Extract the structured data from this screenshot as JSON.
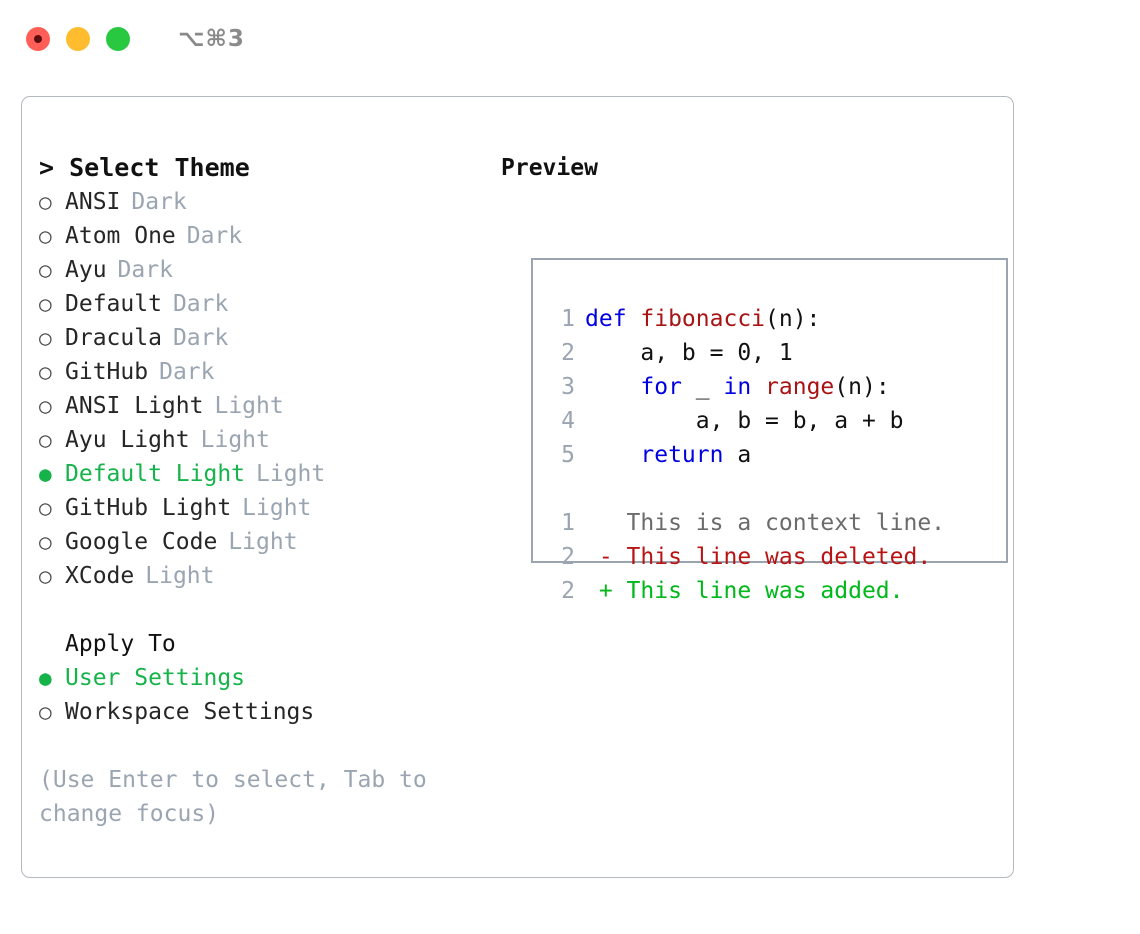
{
  "titlebar": {
    "shortcut": "⌥⌘3",
    "lights": [
      {
        "name": "close",
        "color": "#ff5f57"
      },
      {
        "name": "minimize",
        "color": "#febc2e"
      },
      {
        "name": "maximize",
        "color": "#28c840"
      }
    ]
  },
  "colors": {
    "selected_green": "#16b34a",
    "muted_gray": "#9aa5b1",
    "keyword_blue": "#0000e0",
    "function_red": "#a81414",
    "diff_deleted": "#b81414",
    "diff_added": "#00b81a",
    "border": "#b4b9bf",
    "preview_border": "#9aa5b1"
  },
  "theme_list": {
    "prompt": ">",
    "title": "Select Theme",
    "marker_selected": "●",
    "marker_unselected": "○",
    "items": [
      {
        "label": "ANSI",
        "variant": "Dark",
        "selected": false
      },
      {
        "label": "Atom One",
        "variant": "Dark",
        "selected": false
      },
      {
        "label": "Ayu",
        "variant": "Dark",
        "selected": false
      },
      {
        "label": "Default",
        "variant": "Dark",
        "selected": false
      },
      {
        "label": "Dracula",
        "variant": "Dark",
        "selected": false
      },
      {
        "label": "GitHub",
        "variant": "Dark",
        "selected": false
      },
      {
        "label": "ANSI Light",
        "variant": "Light",
        "selected": false
      },
      {
        "label": "Ayu Light",
        "variant": "Light",
        "selected": false
      },
      {
        "label": "Default Light",
        "variant": "Light",
        "selected": true
      },
      {
        "label": "GitHub Light",
        "variant": "Light",
        "selected": false
      },
      {
        "label": "Google Code",
        "variant": "Light",
        "selected": false
      },
      {
        "label": "XCode",
        "variant": "Light",
        "selected": false
      }
    ]
  },
  "apply_to": {
    "title": "Apply To",
    "items": [
      {
        "label": "User Settings",
        "selected": true
      },
      {
        "label": "Workspace Settings",
        "selected": false
      }
    ]
  },
  "hint": "(Use Enter to select, Tab to change focus)",
  "preview": {
    "title": "Preview",
    "code_lines": [
      {
        "num": "1",
        "tokens": [
          {
            "t": "def ",
            "c": "kw"
          },
          {
            "t": "fibonacci",
            "c": "fn"
          },
          {
            "t": "(n):",
            "c": "pl"
          }
        ]
      },
      {
        "num": "2",
        "tokens": [
          {
            "t": "    a, b = 0, 1",
            "c": "pl"
          }
        ]
      },
      {
        "num": "3",
        "tokens": [
          {
            "t": "    ",
            "c": "pl"
          },
          {
            "t": "for",
            "c": "kw"
          },
          {
            "t": " _ ",
            "c": "pl"
          },
          {
            "t": "in ",
            "c": "kw"
          },
          {
            "t": "range",
            "c": "fn"
          },
          {
            "t": "(n):",
            "c": "pl"
          }
        ]
      },
      {
        "num": "4",
        "tokens": [
          {
            "t": "        a, b = b, a + b",
            "c": "pl"
          }
        ]
      },
      {
        "num": "5",
        "tokens": [
          {
            "t": "    ",
            "c": "pl"
          },
          {
            "t": "return",
            "c": "kw"
          },
          {
            "t": " a",
            "c": "pl"
          }
        ]
      }
    ],
    "diff_lines": [
      {
        "num": "1",
        "tokens": [
          {
            "t": "   This is a context line.",
            "c": "ctx"
          }
        ]
      },
      {
        "num": "2",
        "tokens": [
          {
            "t": " - This line was deleted.",
            "c": "del"
          }
        ]
      },
      {
        "num": "2",
        "tokens": [
          {
            "t": " + This line was added.",
            "c": "add"
          }
        ]
      }
    ]
  }
}
